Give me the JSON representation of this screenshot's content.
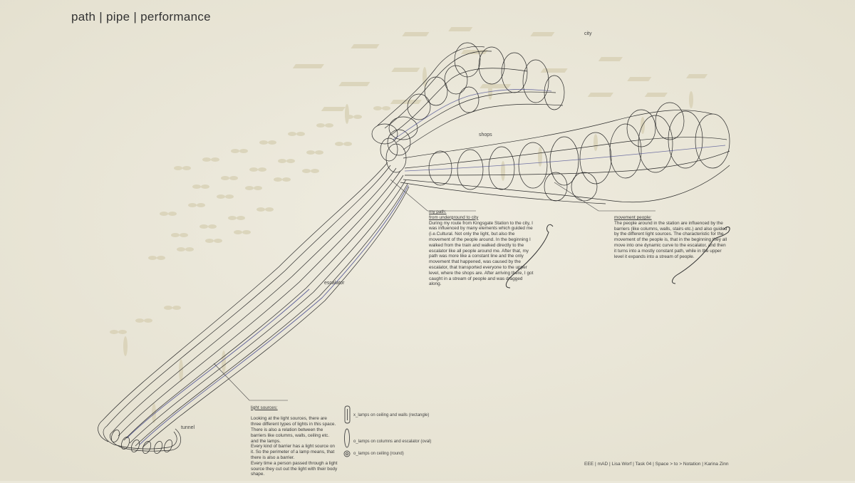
{
  "title": "path | pipe | performance",
  "labels": {
    "city": "city",
    "shops": "shops",
    "escalator": "escalator",
    "tunnel": "tunnel"
  },
  "my_path": {
    "heading": "my path:\nfrom underground to city",
    "body": "During my route from Kingsgate Station to the city, I was influenced by many elements which guided me (i.e.Cultural. Not only the light, but also the movement of the people around. In the beginning I walked from the train and walked directly to the escalator like all people around me. After that, my path was more like a constant line and the only movement that happened, was caused by the escalator, that transported everyone to the upper level, where the shops are. After arriving there, I got caught in a stream of people and was dragged along."
  },
  "movement_people": {
    "heading": "movement people:",
    "body": "The people around in the station are influenced by the barriers (like columns, walls, stairs etc.) and also guided by the different light sources. The characteristic for the movement of the people is, that in the beginning they all move into one dynamic curve to the escalator, and then it turns into a mostly constant path, while in the upper level it expands into a stream of people."
  },
  "light_sources": {
    "heading": "light sources:",
    "body": "Looking at the light sources, there are three different types of lights in this space. There is also a relation between the barriers like columns, walls, ceiling etc. and the lamps.\nEvery kind of barrier has a light source on it. So the perimeter of a lamp means, that there is also a barrier.\nEvery time a person passed through a light source they cut out the light with their body shape."
  },
  "legend": [
    {
      "label": "x_lamps on ceiling and walls (rectangle)",
      "icon": "rectangle-lamp-icon"
    },
    {
      "label": "o_lamps on columns and escalator (oval)",
      "icon": "oval-lamp-icon"
    },
    {
      "label": "o_lamps on ceiling (round)",
      "icon": "round-lamp-icon"
    }
  ],
  "credits": "EEE | mAD | Lisa Worf | Task 04 | Space > to > Notation | Karina Zinn",
  "colors": {
    "background": "#ebe8da",
    "line": "#2b2b2b",
    "accent": "#3a3f8a",
    "ghost": "#d8d1b6"
  }
}
